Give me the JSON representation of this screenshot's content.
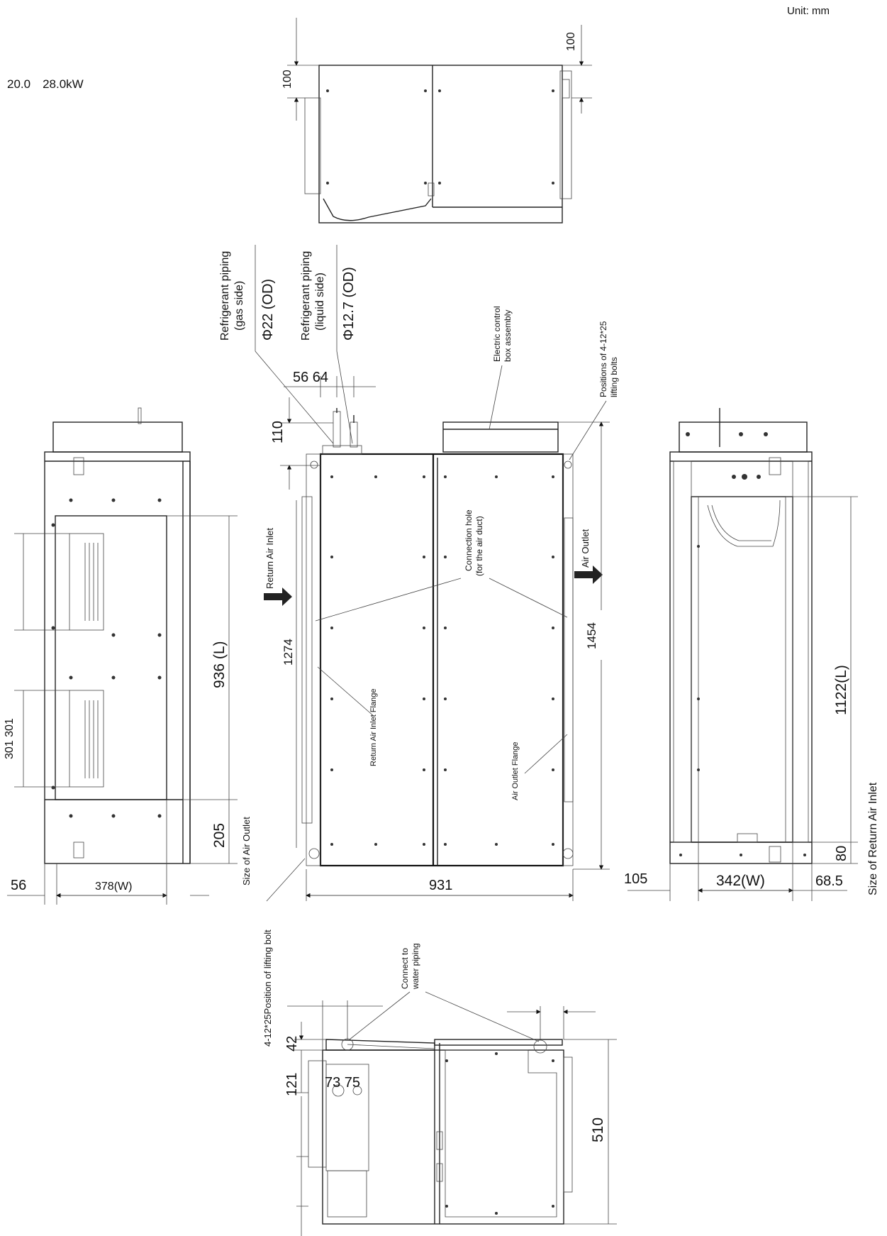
{
  "header": {
    "unit": "Unit: mm",
    "capacity": "20.0　28.0kW"
  },
  "top_view": {
    "dim_left": "100",
    "dim_right": "100"
  },
  "front_view": {
    "gas_label_1": "Refrigerant piping",
    "gas_label_2": "(gas side)",
    "gas_size": "Φ22 (OD)",
    "liquid_label_1": "Refrigerant piping",
    "liquid_label_2": "(liquid side)",
    "liquid_size": "Φ12.7 (OD)",
    "electric_1": "Electric control",
    "electric_2": "box assembly",
    "bolts_1": "Positions of 4-12*25",
    "bolts_2": "lifting bolts",
    "dim_56_64": "56 64",
    "dim_110": "110",
    "return_air_inlet": "Return Air Inlet",
    "air_outlet": "Air Outlet",
    "connection_1": "Connection hole",
    "connection_2": "(for the air duct)",
    "dim_1274": "1274",
    "dim_1454": "1454",
    "return_flange": "Return Air Inlet Flange",
    "outlet_flange": "Air Outlet Flange",
    "dim_931": "931",
    "lifting_bolt": "4-12*25Position of lifting bolt"
  },
  "left_view": {
    "dim_936": "936 (L)",
    "dim_301": "301 301",
    "dim_205": "205",
    "size_outlet": "Size of Air Outlet",
    "dim_56": "56",
    "dim_378": "378(W)"
  },
  "right_view": {
    "dim_1122": "1122(L)",
    "dim_80": "80",
    "size_inlet": "Size of Return Air Inlet",
    "dim_105": "105",
    "dim_342": "342(W)",
    "dim_685": "68.5"
  },
  "bottom_view": {
    "dim_73_75": "73 75",
    "dim_42": "42",
    "dim_121": "121",
    "dim_510": "510",
    "connect_1": "Connect to",
    "connect_2": "water piping"
  }
}
